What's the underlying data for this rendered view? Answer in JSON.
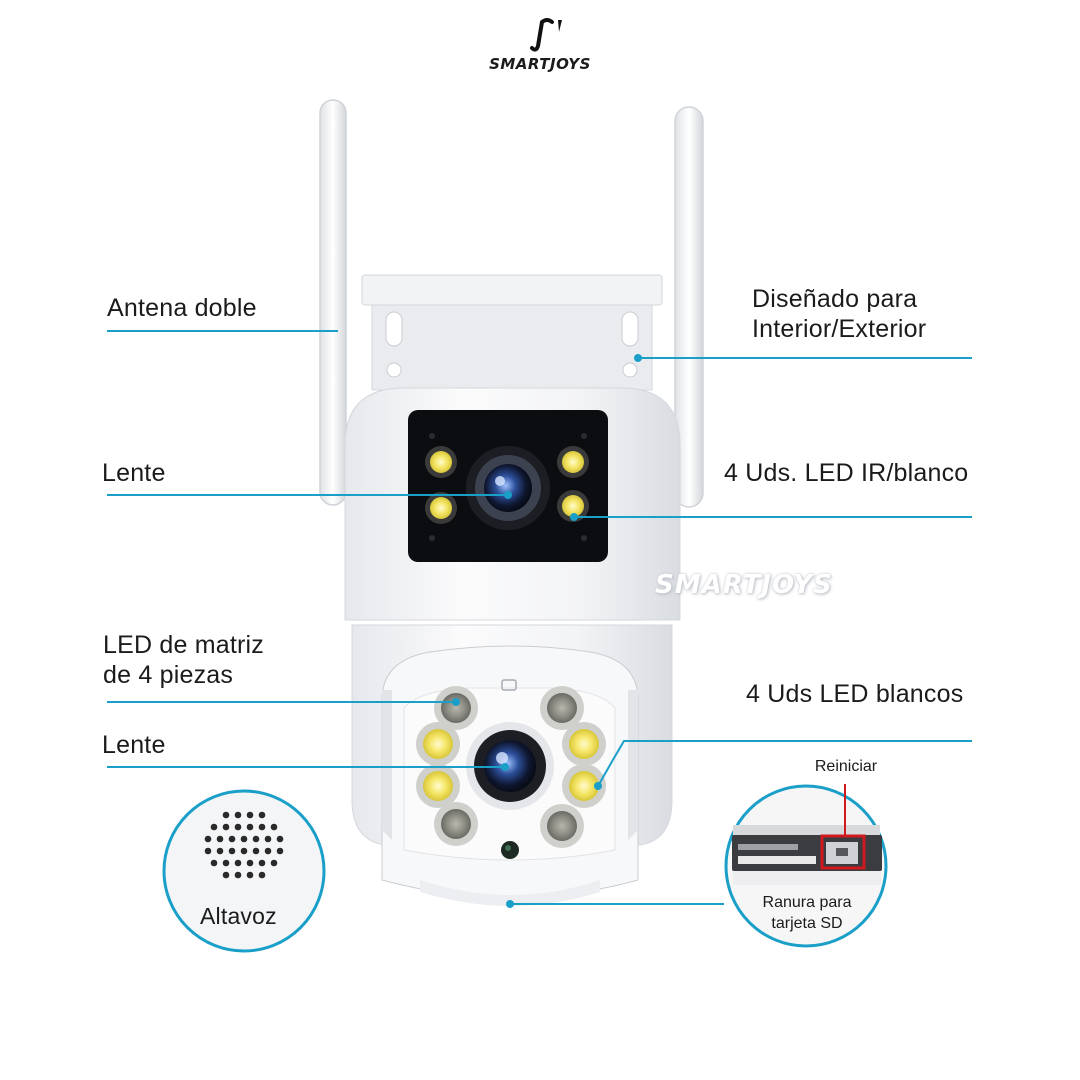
{
  "brand": {
    "logo_text": "SMARTJOYS",
    "watermark": "SMARTJOYS"
  },
  "labels": {
    "antenna": "Antena doble",
    "designed_line1": "Diseñado para",
    "designed_line2": "Interior/Exterior",
    "lens_top": "Lente",
    "ir_leds": "4 Uds. LED IR/blanco",
    "matrix_line1": "LED de matriz",
    "matrix_line2": "de 4 piezas",
    "white_leds": "4 Uds LED blancos",
    "lens_bottom": "Lente",
    "speaker": "Altavoz",
    "reset": "Reiniciar",
    "sd_line1": "Ranura para",
    "sd_line2": "tarjeta SD"
  },
  "colors": {
    "callout_line": "#1a9fc9",
    "reset_marker": "#d0181f",
    "led_yellow": "#f2e35c",
    "body_white": "#f4f5f7"
  },
  "icons": [
    "logo-mark-icon",
    "speaker-grill-icon",
    "sd-slot-icon"
  ]
}
